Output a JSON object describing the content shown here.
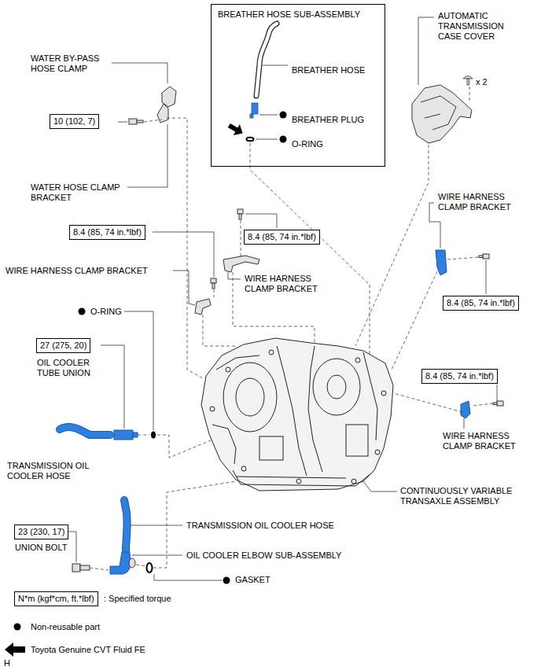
{
  "diagram": {
    "nodes": [
      {
        "text": [
          "BREATHER HOSE SUB-ASSEMBLY",
          "BREATHER HOSE",
          "BREATHER PLUG",
          "O-RING"
        ]
      },
      {
        "text": [
          "10 (102, 7)"
        ]
      },
      {
        "text": [
          "8.4 (85, 74 in.*lbf)"
        ]
      },
      {
        "text": [
          "8.4 (85, 74 in.*lbf)"
        ]
      },
      {
        "text": [
          "8.4 (85, 74 in.*lbf)"
        ]
      },
      {
        "text": [
          "27 (275, 20)"
        ]
      },
      {
        "text": [
          "8.4 (85, 74 in.*lbf)"
        ]
      },
      {
        "text": [
          "23 (230, 17)"
        ]
      },
      {
        "text": [
          "N*m (kgf*cm, ft.*lbf)"
        ]
      }
    ],
    "labels": [
      "AUTOMATIC TRANSMISSION CASE COVER",
      "WATER BY-PASS HOSE CLAMP",
      "x 2",
      "WATER HOSE CLAMP BRACKET",
      "WIRE HARNESS CLAMP BRACKET",
      "WIRE HARNESS CLAMP BRACKET",
      "WIRE HARNESS CLAMP BRACKET",
      "O-RING",
      "OIL COOLER TUBE UNION",
      "WIRE HARNESS CLAMP BRACKET",
      "TRANSMISSION OIL COOLER HOSE",
      "CONTINUOUSLY VARIABLE TRANSAXLE ASSEMBLY",
      "TRANSMISSION OIL COOLER HOSE",
      "UNION BOLT",
      "OIL COOLER ELBOW SUB-ASSEMBLY",
      "GASKET",
      "H"
    ],
    "legend": [
      {
        "text": ": Specified torque"
      },
      {
        "text": "Non-reusable part"
      },
      {
        "text": "Toyota Genuine CVT Fluid FE"
      }
    ]
  }
}
